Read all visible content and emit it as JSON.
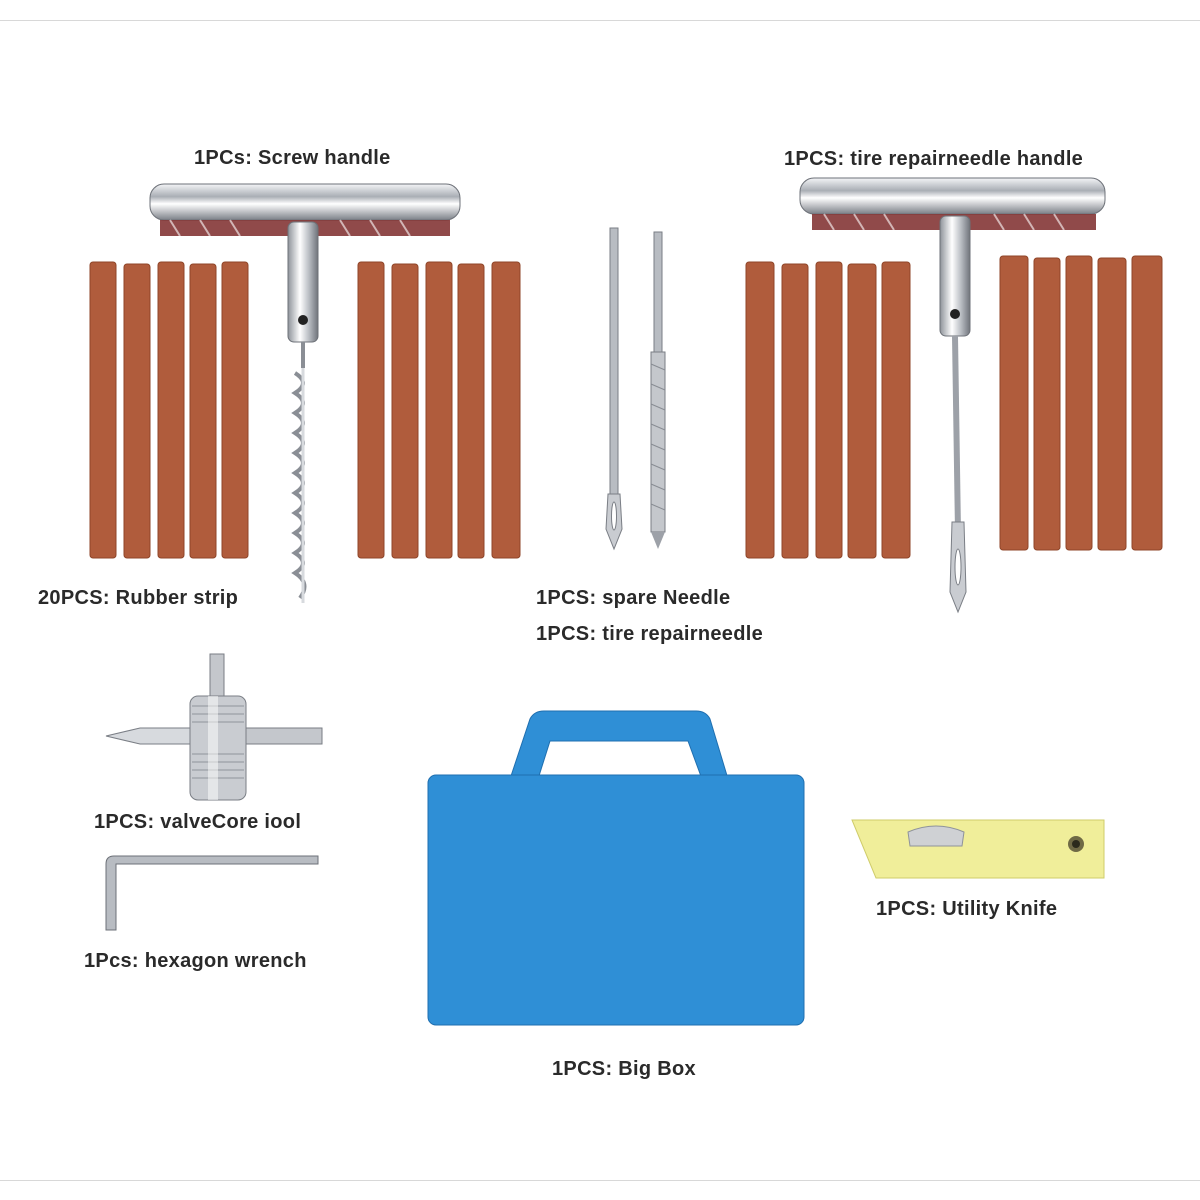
{
  "labels": {
    "screw_handle": "1PCs: Screw handle",
    "needle_handle": "1PCS: tire repairneedle handle",
    "rubber_strip": "20PCS: Rubber strip",
    "spare_needle": "1PCS: spare Needle",
    "repair_needle": "1PCS: tire repairneedle",
    "valve_core_tool": "1PCS: valveCore iool",
    "hex_wrench": "1Pcs: hexagon wrench",
    "big_box": "1PCS: Big Box",
    "utility_knife": "1PCS: Utility Knife"
  },
  "colors": {
    "rubber": "#b05c3c",
    "rubber_dark": "#8f4528",
    "chrome": "#d6d9de",
    "box_blue": "#2f8fd6",
    "knife_yellow": "#f0ee9a"
  }
}
